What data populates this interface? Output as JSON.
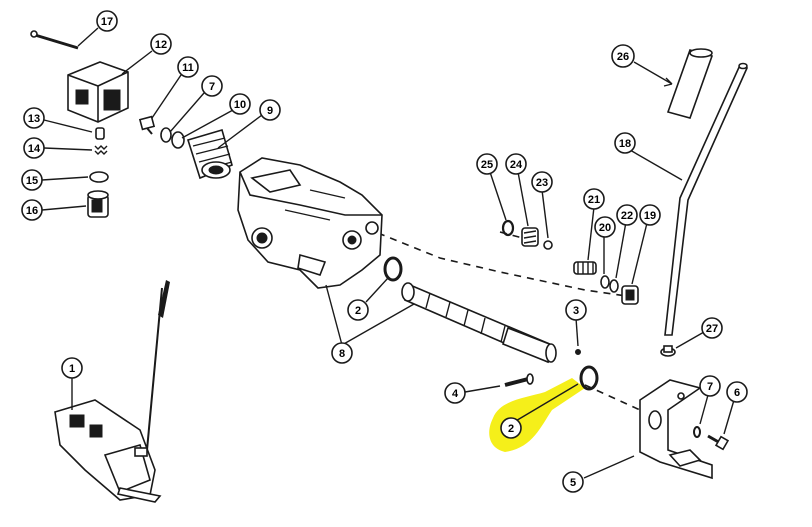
{
  "callouts": {
    "c17": "17",
    "c12": "12",
    "c11": "11",
    "c7a": "7",
    "c10": "10",
    "c9": "9",
    "c13": "13",
    "c14": "14",
    "c15": "15",
    "c16": "16",
    "c25": "25",
    "c24": "24",
    "c23": "23",
    "c26": "26",
    "c18": "18",
    "c21": "21",
    "c20": "20",
    "c22": "22",
    "c19": "19",
    "c2a": "2",
    "c8": "8",
    "c3": "3",
    "c27": "27",
    "c1": "1",
    "c4": "4",
    "c2b": "2",
    "c7b": "7",
    "c6": "6",
    "c5": "5"
  },
  "colors": {
    "ink": "#1a1a1a",
    "highlight": "#f5ef1a",
    "paper": "#ffffff"
  }
}
